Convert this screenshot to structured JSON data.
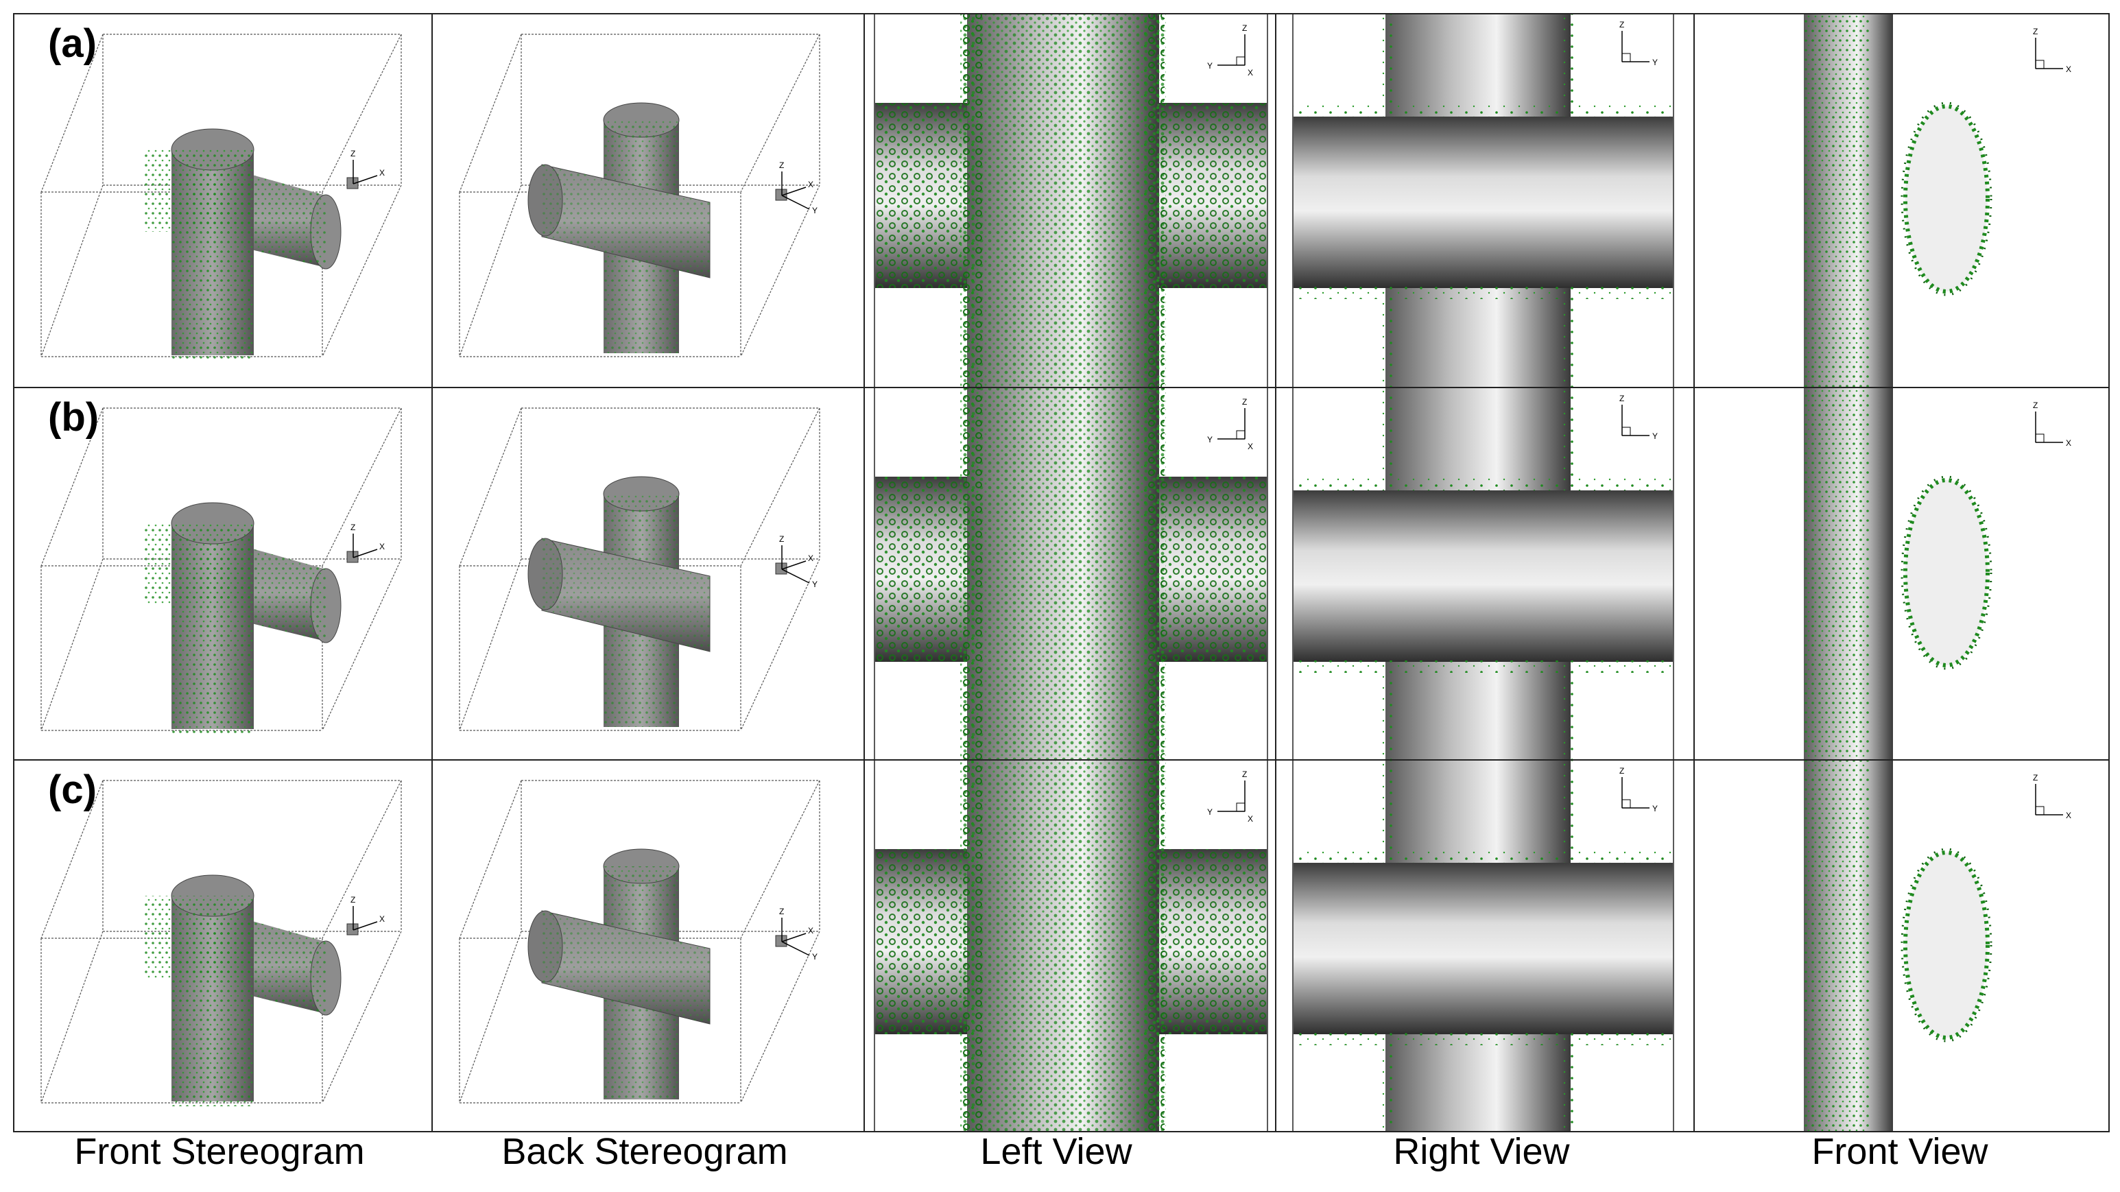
{
  "rows": [
    {
      "label": "(a)"
    },
    {
      "label": "(b)"
    },
    {
      "label": "(c)"
    }
  ],
  "columns": [
    {
      "caption": "Front Stereogram"
    },
    {
      "caption": "Back Stereogram"
    },
    {
      "caption": "Left View"
    },
    {
      "caption": "Right View"
    },
    {
      "caption": "Front View"
    }
  ],
  "axis_letters": {
    "front_stereo": [
      "Z",
      "X"
    ],
    "back_stereo": [
      "Z",
      "X",
      "Y"
    ],
    "left_view": [
      "Z",
      "Y",
      "X"
    ],
    "right_view": [
      "Z",
      "Y"
    ],
    "front_view": [
      "Z",
      "X"
    ]
  },
  "colors": {
    "particle_green": "#1f8a1f",
    "particle_dark": "#0d4d0d",
    "cylinder_dark": "#4a4a4a",
    "cylinder_light": "#e8e8e8",
    "ellipse_fill": "#eeeeee",
    "frame": "#333333"
  }
}
